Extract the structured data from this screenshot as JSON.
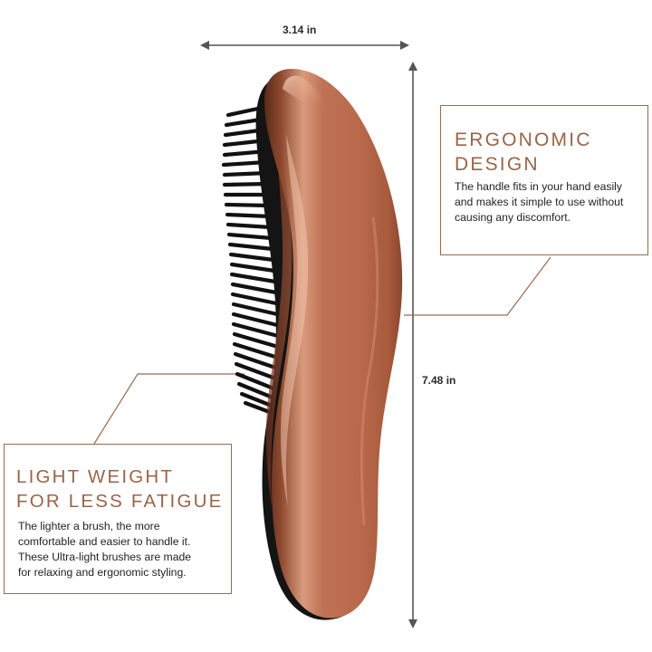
{
  "dimensions": {
    "width_label": "3.14 in",
    "height_label": "7.48 in"
  },
  "product": {
    "name": "detangling hair brush",
    "finish_color": "#b8694a",
    "bristle_color": "#111111"
  },
  "callouts": {
    "ergonomic": {
      "title_lines": [
        "ERGONOMIC",
        "DESIGN"
      ],
      "body_lines": [
        "The handle fits in your hand easily",
        "and makes it simple to use without",
        "causing any discomfort."
      ]
    },
    "light_weight": {
      "title_lines": [
        "LIGHT WEIGHT",
        "FOR LESS FATIGUE"
      ],
      "body_lines": [
        "The lighter a brush, the more",
        "comfortable and easier to handle it.",
        "These Ultra-light brushes are made",
        "for relaxing and ergonomic styling."
      ]
    }
  },
  "colors": {
    "accent": "#9b6448",
    "callout_border": "#9a6a4c",
    "text": "#222222"
  }
}
